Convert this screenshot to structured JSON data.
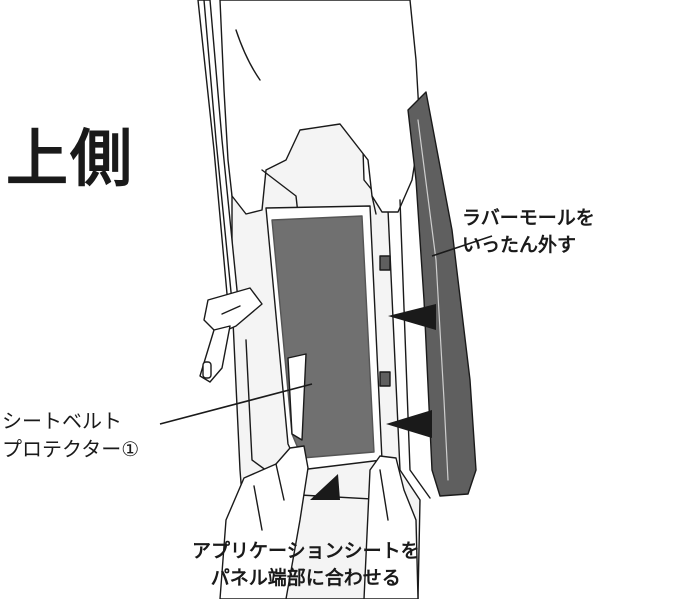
{
  "title": "上側",
  "labels": {
    "rubber_molding": [
      "ラバーモールを",
      "いったん外す"
    ],
    "seatbelt_protector": [
      "シートベルト",
      "プロテクター①"
    ],
    "application_sheet": [
      "アプリケーションシートを",
      "パネル端部に合わせる"
    ]
  },
  "colors": {
    "line": "#1a1a1a",
    "film": "#707070",
    "rubber": "#5f5f5f",
    "panel": "#f2f2f2"
  }
}
